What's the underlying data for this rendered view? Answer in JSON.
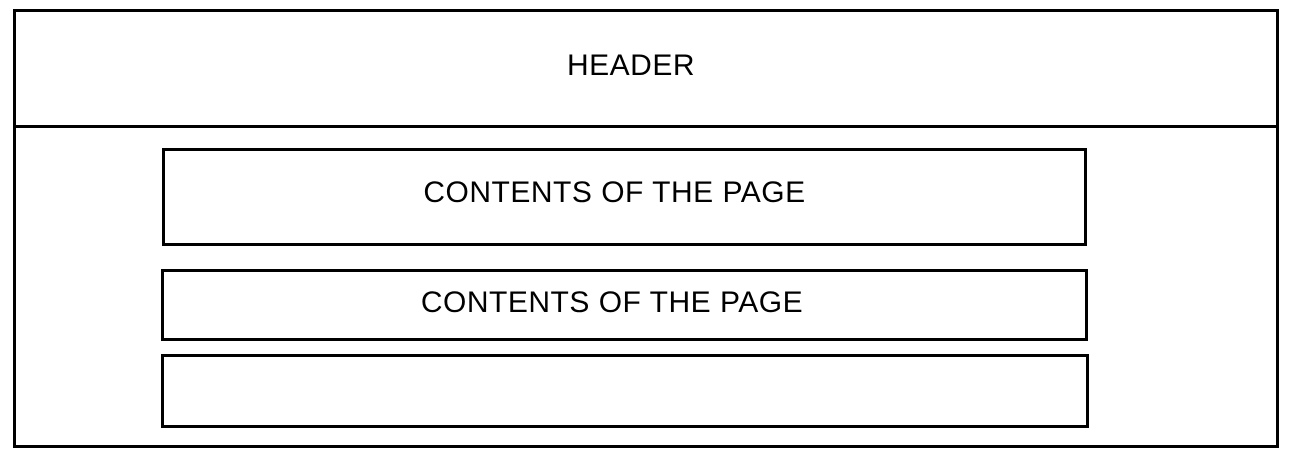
{
  "header": {
    "label": "HEADER"
  },
  "content_blocks": [
    {
      "label": "CONTENTS OF THE PAGE"
    },
    {
      "label": "CONTENTS OF THE PAGE"
    },
    {
      "label": ""
    }
  ],
  "colors": {
    "stroke": "#000000",
    "background": "#ffffff"
  }
}
